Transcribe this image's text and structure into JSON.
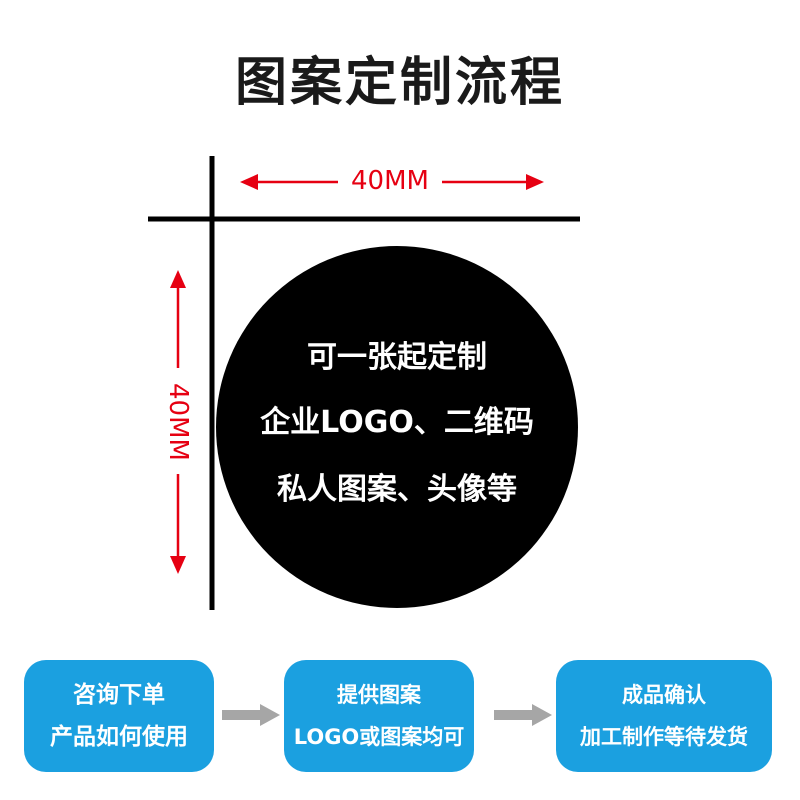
{
  "title": "图案定制流程",
  "dimensions": {
    "width_label": "40MM",
    "height_label": "40MM"
  },
  "circle": {
    "lines": [
      "可一张起定制",
      "企业LOGO、二维码",
      "私人图案、头像等"
    ]
  },
  "steps": [
    {
      "line1": "咨询下单",
      "line2": "产品如何使用"
    },
    {
      "line1": "提供图案",
      "line2": "LOGO或图案均可"
    },
    {
      "line1": "成品确认",
      "line2": "加工制作等待发货"
    }
  ],
  "colors": {
    "dimension": "#e60012",
    "step_fill": "#1ba0e0",
    "arrow": "#a6a6a6",
    "circle": "#000000"
  }
}
